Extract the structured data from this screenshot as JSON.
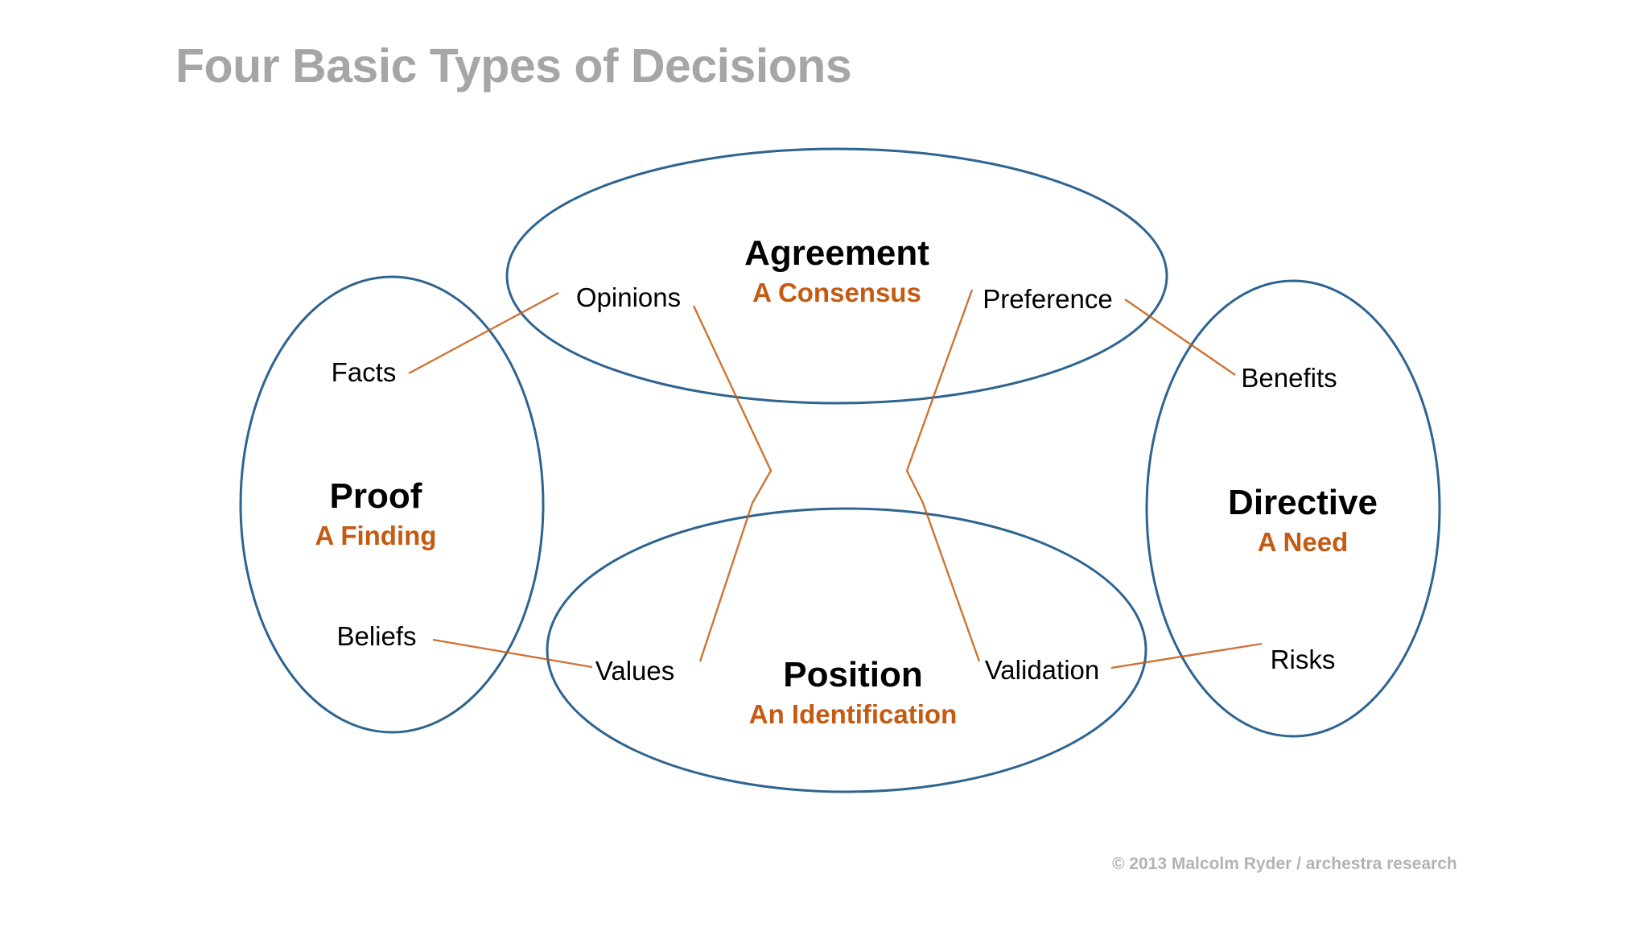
{
  "slide": {
    "title": "Four Basic Types of Decisions",
    "copyright": "© 2013 Malcolm Ryder / archestra research",
    "colors": {
      "title_gray": "#a6a6a6",
      "ellipse_blue": "#2e6490",
      "accent_orange": "#c55a11",
      "label_black": "#000000",
      "background": "#ffffff",
      "footer_gray": "#b3b3b3"
    }
  },
  "diagram": {
    "type": "venn-style relationship diagram",
    "nodes": [
      {
        "id": "proof",
        "title": "Proof",
        "subtitle": "A Finding",
        "position": "left",
        "attributes": [
          "Facts",
          "Beliefs"
        ]
      },
      {
        "id": "agreement",
        "title": "Agreement",
        "subtitle": "A Consensus",
        "position": "top",
        "attributes": [
          "Opinions",
          "Preference"
        ]
      },
      {
        "id": "position",
        "title": "Position",
        "subtitle": "An Identification",
        "position": "bottom",
        "attributes": [
          "Values",
          "Validation"
        ]
      },
      {
        "id": "directive",
        "title": "Directive",
        "subtitle": "A Need",
        "position": "right",
        "attributes": [
          "Benefits",
          "Risks"
        ]
      }
    ],
    "attribute_labels": {
      "facts": "Facts",
      "beliefs": "Beliefs",
      "opinions": "Opinions",
      "preference": "Preference",
      "values": "Values",
      "validation": "Validation",
      "benefits": "Benefits",
      "risks": "Risks"
    },
    "connectors": [
      {
        "id": "facts-opinions",
        "from": "Facts",
        "to": "Opinions"
      },
      {
        "id": "beliefs-values",
        "from": "Beliefs",
        "to": "Values"
      },
      {
        "id": "preference-benefits",
        "from": "Preference",
        "to": "Benefits"
      },
      {
        "id": "validation-risks",
        "from": "Validation",
        "to": "Risks"
      },
      {
        "id": "opinions-values",
        "from": "Opinions",
        "to": "Values"
      },
      {
        "id": "preference-validation",
        "from": "Preference",
        "to": "Validation"
      }
    ]
  }
}
